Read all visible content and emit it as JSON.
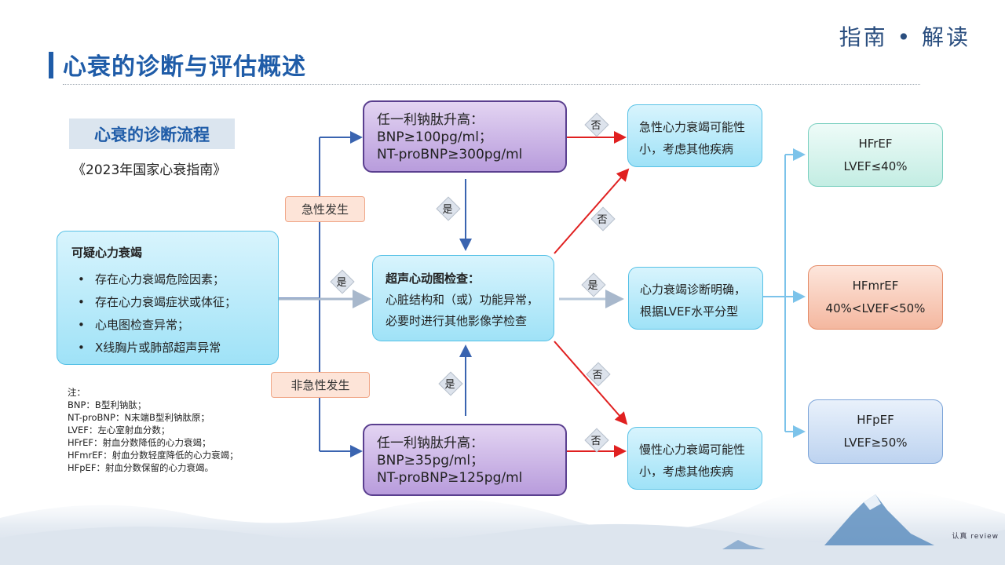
{
  "brand": "指南 • 解读",
  "title": "心衰的诊断与评估概述",
  "subtitle": "心衰的诊断流程",
  "guideline": "《2023年国家心衰指南》",
  "suspect": {
    "heading": "可疑心力衰竭",
    "items": [
      "存在心力衰竭危险因素；",
      "存在心力衰竭症状或体征；",
      "心电图检查异常；",
      "X线胸片或肺部超声异常"
    ]
  },
  "acute_label": "急性发生",
  "nonacute_label": "非急性发生",
  "acute_bnp": [
    "任一利钠肽升高：",
    "BNP≥100pg/ml；",
    "NT-proBNP≥300pg/ml"
  ],
  "chronic_bnp": [
    "任一利钠肽升高：",
    "BNP≥35pg/ml；",
    "NT-proBNP≥125pg/ml"
  ],
  "echo": [
    "超声心动图检查：",
    "心脏结构和（或）功能异常，",
    "必要时进行其他影像学检查"
  ],
  "acute_unlikely": [
    "急性心力衰竭可能性",
    "小，考虑其他疾病"
  ],
  "confirmed": [
    "心力衰竭诊断明确，",
    "根据LVEF水平分型"
  ],
  "chronic_unlikely": [
    "慢性心力衰竭可能性",
    "小，考虑其他疾病"
  ],
  "types": [
    {
      "name": "HFrEF",
      "criterion": "LVEF≤40%"
    },
    {
      "name": "HFmrEF",
      "criterion": "40%<LVEF<50%"
    },
    {
      "name": "HFpEF",
      "criterion": "LVEF≥50%"
    }
  ],
  "yes": "是",
  "no": "否",
  "notes": [
    "注：",
    "BNP：B型利钠肽；",
    "NT-proBNP：N末端B型利钠肽原；",
    "LVEF：左心室射血分数；",
    "HFrEF：射血分数降低的心力衰竭；",
    "HFmrEF：射血分数轻度降低的心力衰竭；",
    "HFpEF：射血分数保留的心力衰竭。"
  ],
  "footer_mark": "认真 review",
  "colors": {
    "title": "#1f5ca8",
    "arrow_blue": "#3a64b0",
    "arrow_red": "#e02020",
    "arrow_light": "#7cc3ea"
  }
}
